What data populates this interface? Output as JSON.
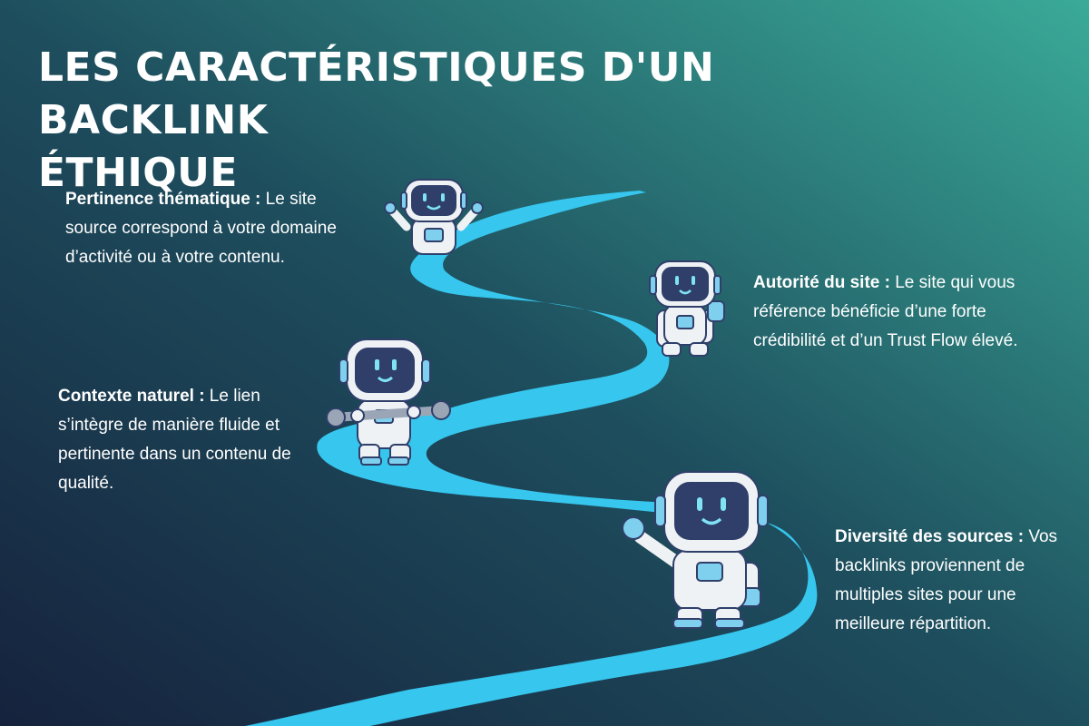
{
  "title": {
    "line1": "LES CARACTÉRISTIQUES D'UN BACKLINK",
    "line2": "ÉTHIQUE"
  },
  "items": [
    {
      "title": "Pertinence thématique :",
      "body": " Le site source correspond à votre domaine d’activité ou à votre contenu."
    },
    {
      "title": "Autorité du site :",
      "body": " Le site qui vous référence bénéficie d’une forte crédibilité et d’un Trust Flow élevé."
    },
    {
      "title": "Contexte naturel :",
      "body": " Le lien s’intègre de manière fluide et pertinente dans un contenu de qualité."
    },
    {
      "title": "Diversité des sources :",
      "body": " Vos backlinks proviennent de multiples sites pour une meilleure répartition."
    }
  ],
  "colors": {
    "background_dark": "#16223d",
    "background_teal": "#3aaa98",
    "path": "#36c6ee",
    "robot_body": "#eef2f5",
    "robot_accent": "#7fd0ee",
    "visor": "#2f3f6a",
    "eyes": "#7fe3f5"
  },
  "icons": [
    "robot-cheering-icon",
    "robot-thumbs-up-icon",
    "robot-wrench-icon",
    "robot-waving-icon"
  ]
}
